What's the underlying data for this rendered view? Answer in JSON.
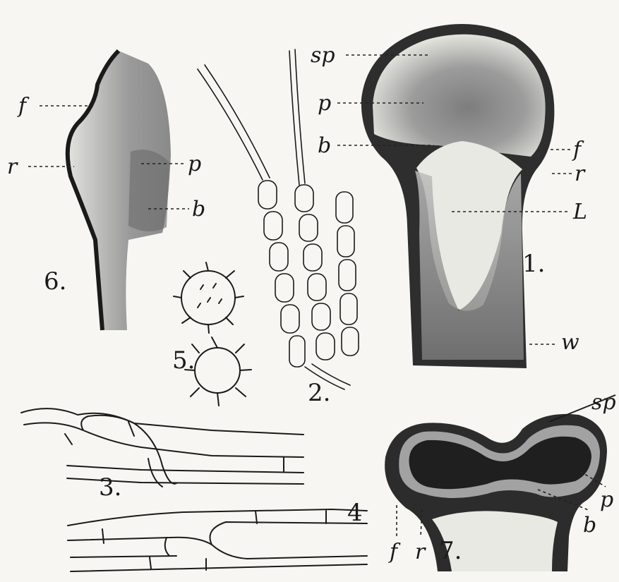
{
  "labels": {
    "sp": "sp",
    "p": "p",
    "b": "b",
    "f": "f",
    "r": "r",
    "L": "L",
    "w": "w",
    "fig1": "1.",
    "fig2": "2.",
    "fig3": "3.",
    "fig4": "4",
    "fig5": "5.",
    "fig6": "6.",
    "fig7": "7."
  },
  "colors": {
    "background": "#f7f6f2",
    "ink": "#1a1a1a",
    "dark_tissue": "#3a3a3a",
    "mid_tissue": "#8a8a8a",
    "light_tissue": "#e6e6e2"
  }
}
